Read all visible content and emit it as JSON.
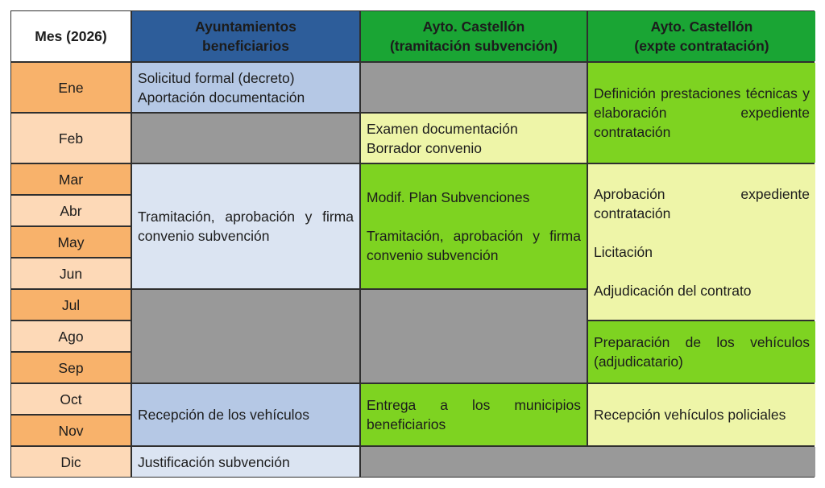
{
  "headers": [
    "Mes (2026)",
    "Ayuntamientos beneficiarios",
    "Ayto. Castellón (tramitación subvención)",
    "Ayto. Castellón (expte contratación)"
  ],
  "header_lines": {
    "col1": [
      "Ayuntamientos",
      "beneficiarios"
    ],
    "col2": [
      "Ayto. Castellón",
      "(tramitación subvención)"
    ],
    "col3": [
      "Ayto. Castellón",
      "(expte contratación)"
    ]
  },
  "months": [
    "Ene",
    "Feb",
    "Mar",
    "Abr",
    "May",
    "Jun",
    "Jul",
    "Ago",
    "Sep",
    "Oct",
    "Nov",
    "Dic"
  ],
  "ayuntamientos": {
    "ene": [
      "Solicitud formal (decreto)",
      "Aportación documentación"
    ],
    "mar_jun": "Tramitación, aprobación y firma convenio subvención",
    "oct_nov": "Recepción de los vehículos",
    "dic": "Justificación subvención"
  },
  "tramitacion": {
    "feb": [
      "Examen documentación",
      "Borrador convenio"
    ],
    "mar_jun": [
      "Modif. Plan Subvenciones",
      "Tramitación, aprobación y firma convenio subvención"
    ],
    "oct_nov": "Entrega a los municipios beneficiarios"
  },
  "contratacion": {
    "ene_feb": "Definición prestaciones técnicas y elaboración expediente contratación",
    "mar_jul": [
      "Aprobación expediente contratación",
      "Licitación",
      "Adjudicación del contrato"
    ],
    "ago_sep": "Preparación de los vehículos (adjudicatario)",
    "oct_nov": "Recepción vehículos policiales"
  },
  "colors": {
    "header_blue": "#2d5d9a",
    "header_green": "#1aa534",
    "month_dark": "#f8b26b",
    "month_light": "#fdd9b7",
    "blue_light": "#b5c8e5",
    "blue_pale": "#dbe4f2",
    "gray": "#999999",
    "green": "#7ed321",
    "yellow": "#eef5a8"
  }
}
